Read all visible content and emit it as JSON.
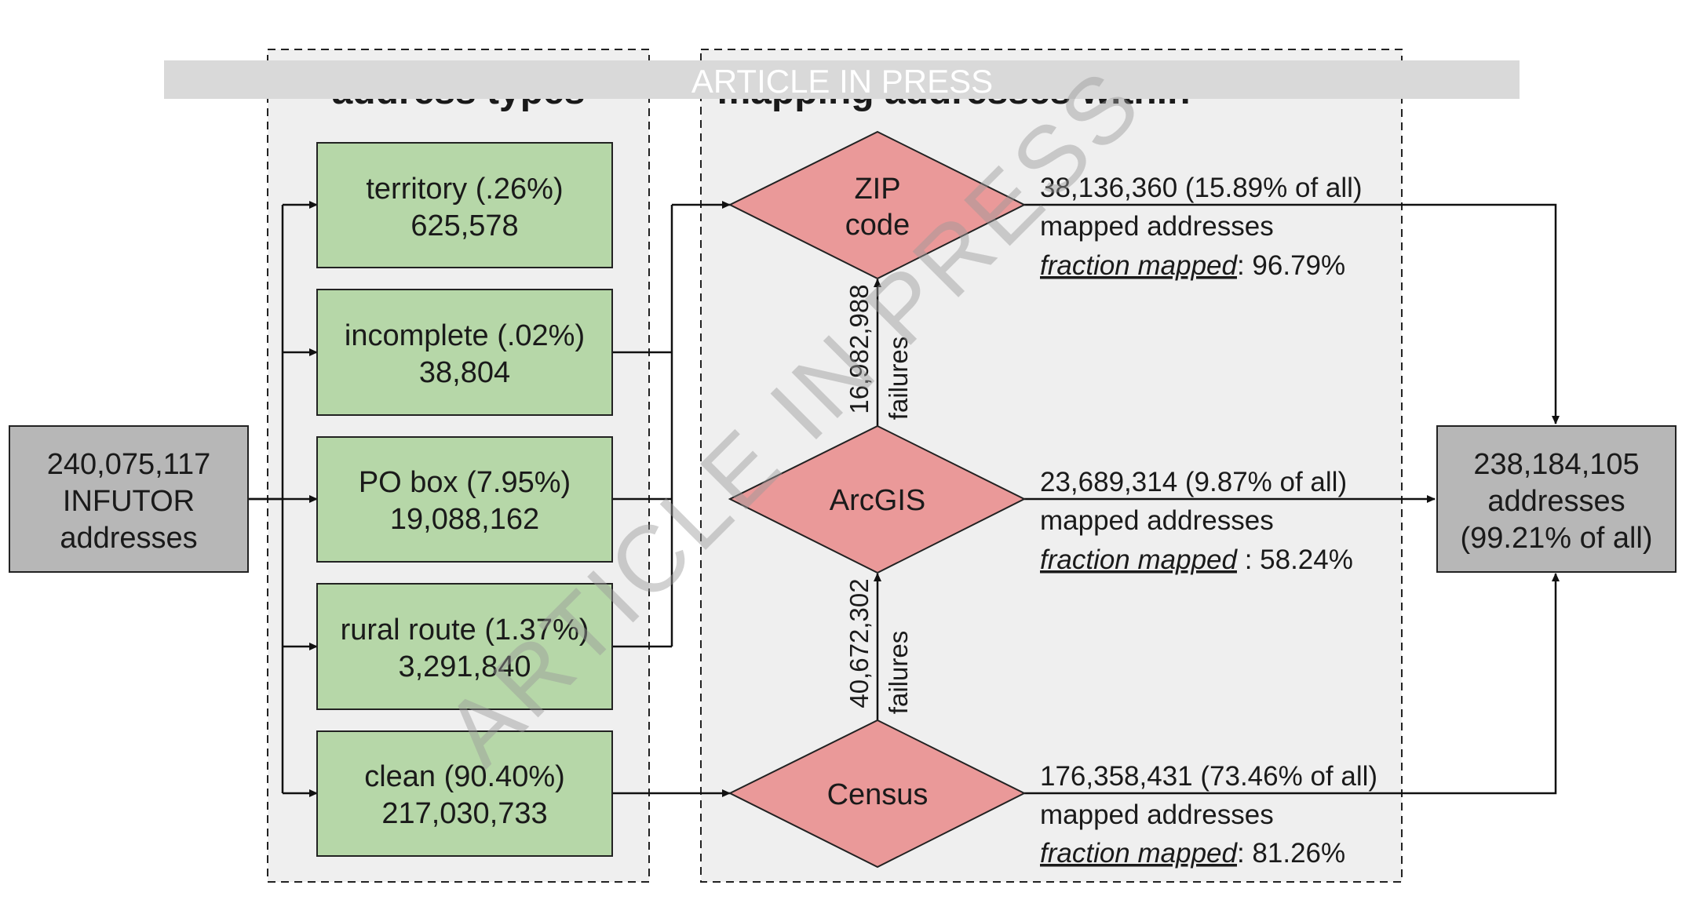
{
  "banner": {
    "text": "ARTICLE IN PRESS"
  },
  "watermark": {
    "text": "ARTICLE IN PRESS"
  },
  "panels": {
    "left_title_partial": "address types",
    "right_title_partial": "mapping addresses within"
  },
  "source": {
    "line1": "240,075,117",
    "line2": "INFUTOR",
    "line3": "addresses"
  },
  "types": [
    {
      "name": "territory (.26%)",
      "count": "625,578"
    },
    {
      "name": "incomplete (.02%)",
      "count": "38,804"
    },
    {
      "name": "PO box (7.95%)",
      "count": "19,088,162"
    },
    {
      "name": "rural route (1.37%)",
      "count": "3,291,840"
    },
    {
      "name": "clean (90.40%)",
      "count": "217,030,733"
    }
  ],
  "geocoders": {
    "zip": {
      "line1": "ZIP",
      "line2": "code"
    },
    "arcgis": {
      "label": "ArcGIS"
    },
    "census": {
      "label": "Census"
    }
  },
  "failures": {
    "arcgis_to_zip": {
      "count": "16,982,988",
      "label": "failures"
    },
    "census_to_arcgis": {
      "count": "40,672,302",
      "label": "failures"
    }
  },
  "results": {
    "zip": {
      "line1": "38,136,360 (15.89% of all)",
      "line2": "mapped addresses",
      "fraction_label": "fraction mapped",
      "fraction_value": ": 96.79%"
    },
    "arcgis": {
      "line1": "23,689,314 (9.87% of all)",
      "line2": "mapped addresses",
      "fraction_label": "fraction mapped",
      "fraction_value": " : 58.24%"
    },
    "census": {
      "line1": "176,358,431 (73.46% of all)",
      "line2": "mapped addresses",
      "fraction_label": "fraction mapped",
      "fraction_value": ": 81.26%"
    }
  },
  "output": {
    "line1": "238,184,105",
    "line2": "addresses",
    "line3": "(99.21% of all)"
  },
  "colors": {
    "green_box": "#b6d7a8",
    "red_diamond": "#ea9999",
    "gray_box": "#b7b7b7",
    "panel_bg": "#efefef",
    "banner_bg": "#d9d9d9"
  }
}
